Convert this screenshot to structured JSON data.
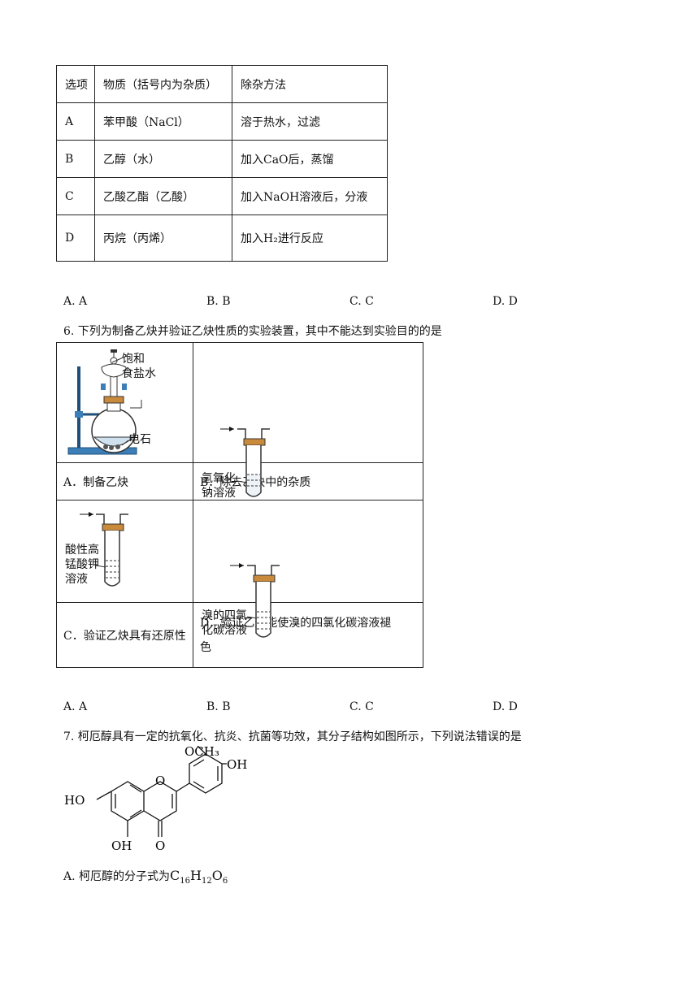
{
  "table1": {
    "header": [
      "选项",
      "物质（括号内为杂质）",
      "除杂方法"
    ],
    "rows": [
      [
        "A",
        "苯甲酸（NaCl）",
        "溶于热水，过滤"
      ],
      [
        "B",
        "乙醇（水）",
        "加入CaO后，蒸馏"
      ],
      [
        "C",
        "乙酸乙酯（乙酸）",
        "加入NaOH溶液后，分液"
      ],
      [
        "D",
        "丙烷（丙烯）",
        "加入H₂进行反应"
      ]
    ]
  },
  "q5_options": [
    "A. A",
    "B. B",
    "C. C",
    "D. D"
  ],
  "q6": {
    "stem": "6. 下列为制备乙炔并验证乙炔性质的实验装置，其中不能达到实验目的的是",
    "figA_labels": [
      "饱和",
      "食盐水",
      "电石"
    ],
    "figB_labels": [
      "氢氧化",
      "钠溶液"
    ],
    "figC_labels": [
      "酸性高",
      "锰酸钾",
      "溶液"
    ],
    "figD_labels": [
      "溴的四氯",
      "化碳溶液"
    ],
    "captionA": "A．制备乙炔",
    "captionB": "B．除去乙炔中的杂质",
    "captionC": "C．验证乙炔具有还原性",
    "captionD_line1": "D．验证乙炔能使溴的四氯化碳溶液褪",
    "captionD_line2": "色",
    "options": [
      "A. A",
      "B. B",
      "C. C",
      "D. D"
    ]
  },
  "q7": {
    "stem": "7. 柯厄醇具有一定的抗氧化、抗炎、抗菌等功效，其分子结构如图所示，下列说法错误的是",
    "struct_labels": [
      "OCH₃",
      "OH",
      "HO",
      "O",
      "OH",
      "O"
    ],
    "optionA_prefix": "A. 柯厄醇的分子式为",
    "formula": [
      "C",
      "16",
      "H",
      "12",
      "O",
      "6"
    ]
  }
}
